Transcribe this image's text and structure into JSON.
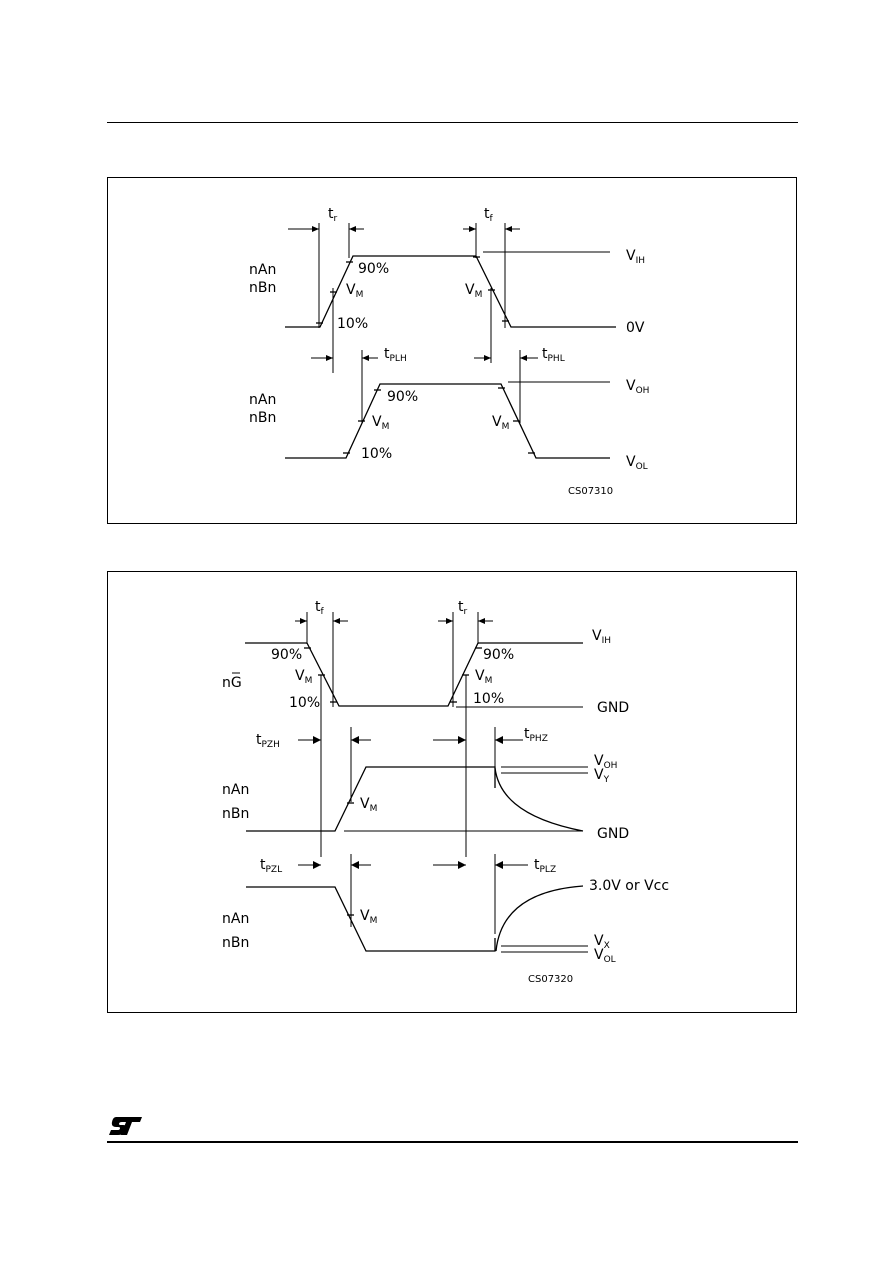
{
  "figure1": {
    "code": "CS07310",
    "inputs": [
      "nAn",
      "nBn"
    ],
    "outputs": [
      "nAn",
      "nBn"
    ],
    "t_r": {
      "t": "t",
      "s": "r"
    },
    "t_f": {
      "t": "t",
      "s": "f"
    },
    "t_plh": {
      "t": "t",
      "s": "PLH"
    },
    "t_phl": {
      "t": "t",
      "s": "PHL"
    },
    "v_m": {
      "v": "V",
      "s": "M"
    },
    "v_ih": {
      "v": "V",
      "s": "IH"
    },
    "v_oh": {
      "v": "V",
      "s": "OH"
    },
    "v_ol": {
      "v": "V",
      "s": "OL"
    },
    "zero_v": "0V",
    "p90": "90%",
    "p10": "10%"
  },
  "figure2": {
    "code": "CS07320",
    "ng": "nG",
    "row2": [
      "nAn",
      "nBn"
    ],
    "row3": [
      "nAn",
      "nBn"
    ],
    "t_f": {
      "t": "t",
      "s": "f"
    },
    "t_r": {
      "t": "t",
      "s": "r"
    },
    "t_pzh": {
      "t": "t",
      "s": "PZH"
    },
    "t_phz": {
      "t": "t",
      "s": "PHZ"
    },
    "t_pzl": {
      "t": "t",
      "s": "PZL"
    },
    "t_plz": {
      "t": "t",
      "s": "PLZ"
    },
    "v_m": {
      "v": "V",
      "s": "M"
    },
    "v_ih": {
      "v": "V",
      "s": "IH"
    },
    "v_oh": {
      "v": "V",
      "s": "OH"
    },
    "v_y": {
      "v": "V",
      "s": "Y"
    },
    "v_x": {
      "v": "V",
      "s": "X"
    },
    "v_ol": {
      "v": "V",
      "s": "OL"
    },
    "gnd": "GND",
    "vcc": "3.0V  or  Vcc",
    "p90": "90%",
    "p10": "10%"
  }
}
